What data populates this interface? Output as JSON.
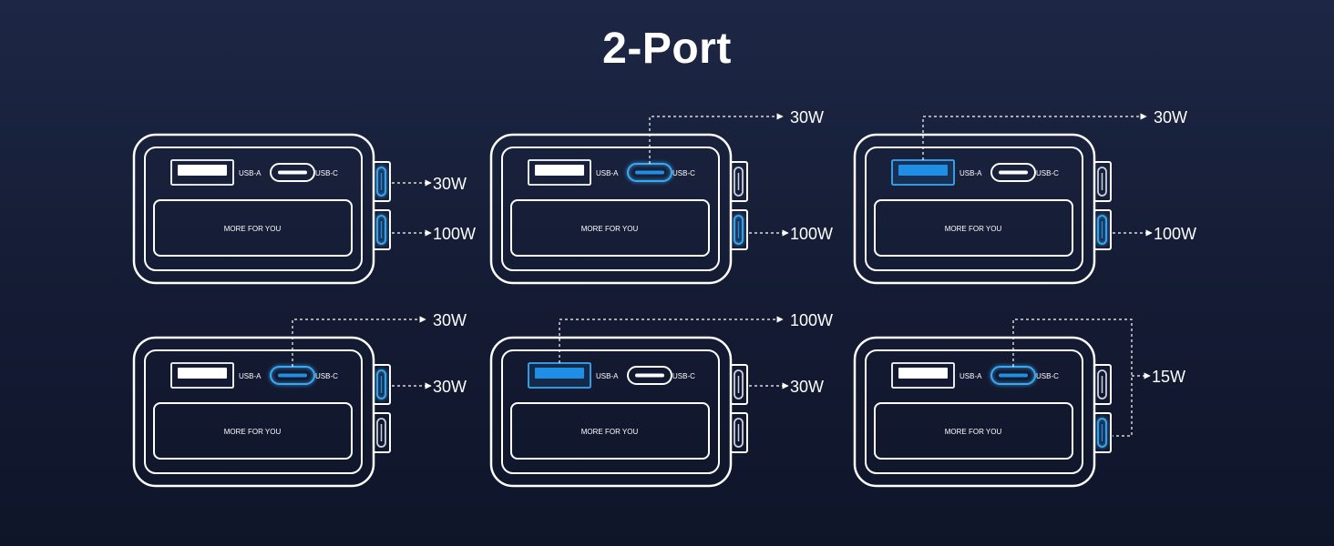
{
  "title": "2-Port",
  "colors": {
    "outline": "#ffffff",
    "active_glow": "#39a9f5",
    "active_fill": "#1f8fe6",
    "connector": "#c8d0de"
  },
  "configs": [
    {
      "usb_a_label": "USB-A",
      "usb_c_label": "USB-C",
      "panel_label": "MORE FOR YOU",
      "usb_a_active": false,
      "usb_c_active": false,
      "side_top_active": true,
      "side_bottom_active": true,
      "outputs": {
        "front_a": "",
        "front_c": "",
        "side_top": "30W",
        "side_bottom": "100W",
        "shared": ""
      }
    },
    {
      "usb_a_label": "USB-A",
      "usb_c_label": "USB-C",
      "panel_label": "MORE FOR YOU",
      "usb_a_active": false,
      "usb_c_active": true,
      "side_top_active": false,
      "side_bottom_active": true,
      "outputs": {
        "front_a": "",
        "front_c": "30W",
        "side_top": "",
        "side_bottom": "100W",
        "shared": ""
      }
    },
    {
      "usb_a_label": "USB-A",
      "usb_c_label": "USB-C",
      "panel_label": "MORE FOR YOU",
      "usb_a_active": true,
      "usb_c_active": false,
      "side_top_active": false,
      "side_bottom_active": true,
      "outputs": {
        "front_a": "30W",
        "front_c": "",
        "side_top": "",
        "side_bottom": "100W",
        "shared": ""
      }
    },
    {
      "usb_a_label": "USB-A",
      "usb_c_label": "USB-C",
      "panel_label": "MORE FOR YOU",
      "usb_a_active": false,
      "usb_c_active": true,
      "side_top_active": true,
      "side_bottom_active": false,
      "outputs": {
        "front_a": "",
        "front_c": "30W",
        "side_top": "30W",
        "side_bottom": "",
        "shared": ""
      }
    },
    {
      "usb_a_label": "USB-A",
      "usb_c_label": "USB-C",
      "panel_label": "MORE FOR YOU",
      "usb_a_active": true,
      "usb_c_active": false,
      "side_top_active": false,
      "side_bottom_active": false,
      "outputs": {
        "front_a": "100W",
        "front_c": "",
        "side_top": "30W",
        "side_bottom": "",
        "shared": ""
      }
    },
    {
      "usb_a_label": "USB-A",
      "usb_c_label": "USB-C",
      "panel_label": "MORE FOR YOU",
      "usb_a_active": false,
      "usb_c_active": true,
      "side_top_active": false,
      "side_bottom_active": true,
      "outputs": {
        "front_a": "",
        "front_c": "",
        "side_top": "",
        "side_bottom": "",
        "shared": "15W"
      }
    }
  ]
}
